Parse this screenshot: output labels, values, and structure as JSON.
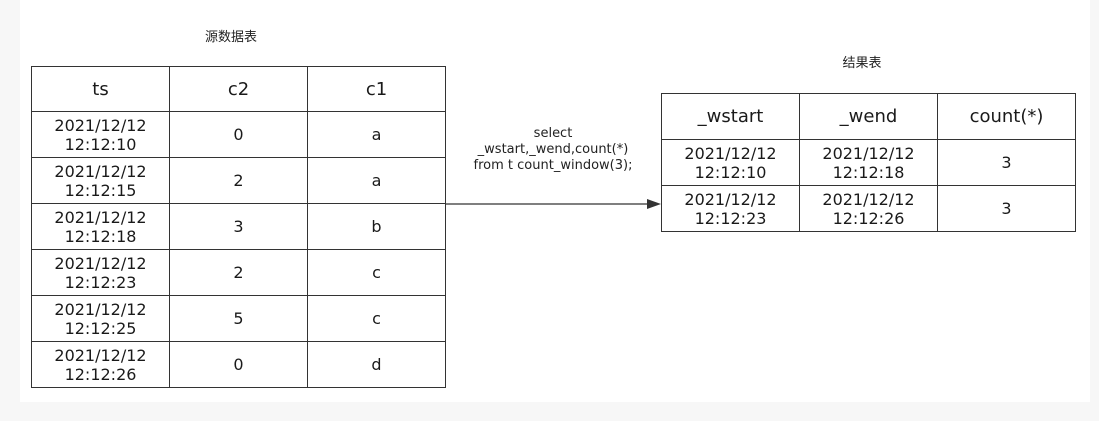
{
  "source_table": {
    "caption": "源数据表",
    "columns": [
      "ts",
      "c2",
      "c1"
    ],
    "rows": [
      {
        "ts": [
          "2021/12/12",
          "12:12:10"
        ],
        "c2": "0",
        "c1": "a"
      },
      {
        "ts": [
          "2021/12/12",
          "12:12:15"
        ],
        "c2": "2",
        "c1": "a"
      },
      {
        "ts": [
          "2021/12/12",
          "12:12:18"
        ],
        "c2": "3",
        "c1": "b"
      },
      {
        "ts": [
          "2021/12/12",
          "12:12:23"
        ],
        "c2": "2",
        "c1": "c"
      },
      {
        "ts": [
          "2021/12/12",
          "12:12:25"
        ],
        "c2": "5",
        "c1": "c"
      },
      {
        "ts": [
          "2021/12/12",
          "12:12:26"
        ],
        "c2": "0",
        "c1": "d"
      }
    ]
  },
  "query": {
    "lines": [
      "select",
      "_wstart,_wend,count(*)",
      "from t count_window(3);"
    ]
  },
  "result_table": {
    "caption": "结果表",
    "columns": [
      "_wstart",
      "_wend",
      "count(*)"
    ],
    "rows": [
      {
        "wstart": [
          "2021/12/12",
          "12:12:10"
        ],
        "wend": [
          "2021/12/12",
          "12:12:18"
        ],
        "count": "3"
      },
      {
        "wstart": [
          "2021/12/12",
          "12:12:23"
        ],
        "wend": [
          "2021/12/12",
          "12:12:26"
        ],
        "count": "3"
      }
    ]
  },
  "colors": {
    "border": "#333333",
    "arrow": "#333333",
    "background": "#ffffff"
  }
}
